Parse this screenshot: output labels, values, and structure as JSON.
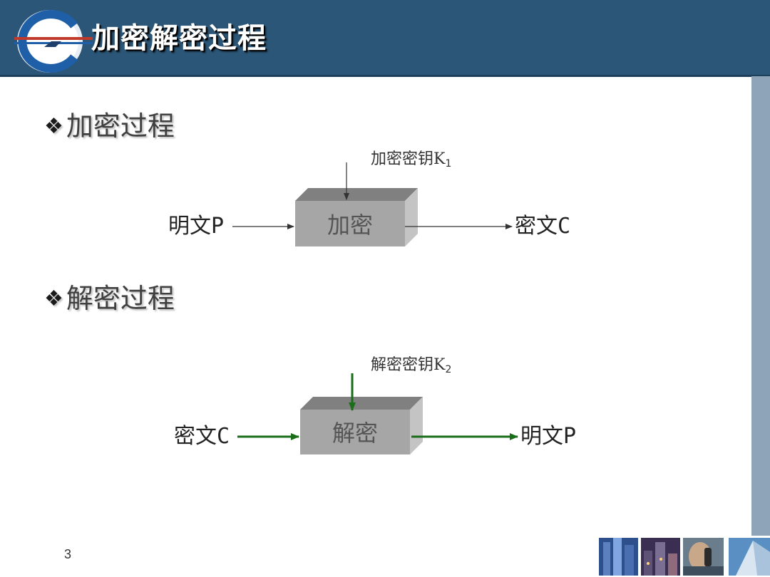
{
  "header": {
    "title": "加密解密过程"
  },
  "sections": [
    {
      "heading": "加密过程",
      "input_label": "明文P",
      "key_label": "加密密钥K",
      "key_subscript": "1",
      "box_label": "加密",
      "output_label": "密文C",
      "arrow_color": "#333333"
    },
    {
      "heading": "解密过程",
      "input_label": "密文C",
      "key_label": "解密密钥K",
      "key_subscript": "2",
      "box_label": "解密",
      "output_label": "明文P",
      "arrow_color": "#1a6e1a"
    }
  ],
  "footer": {
    "page_number": "3"
  },
  "colors": {
    "header_bg": "#2b5677",
    "right_bar": "#8ea4b8",
    "box_front": "#a6a6a6",
    "box_top": "#808080",
    "box_side": "#c4c4c4"
  }
}
